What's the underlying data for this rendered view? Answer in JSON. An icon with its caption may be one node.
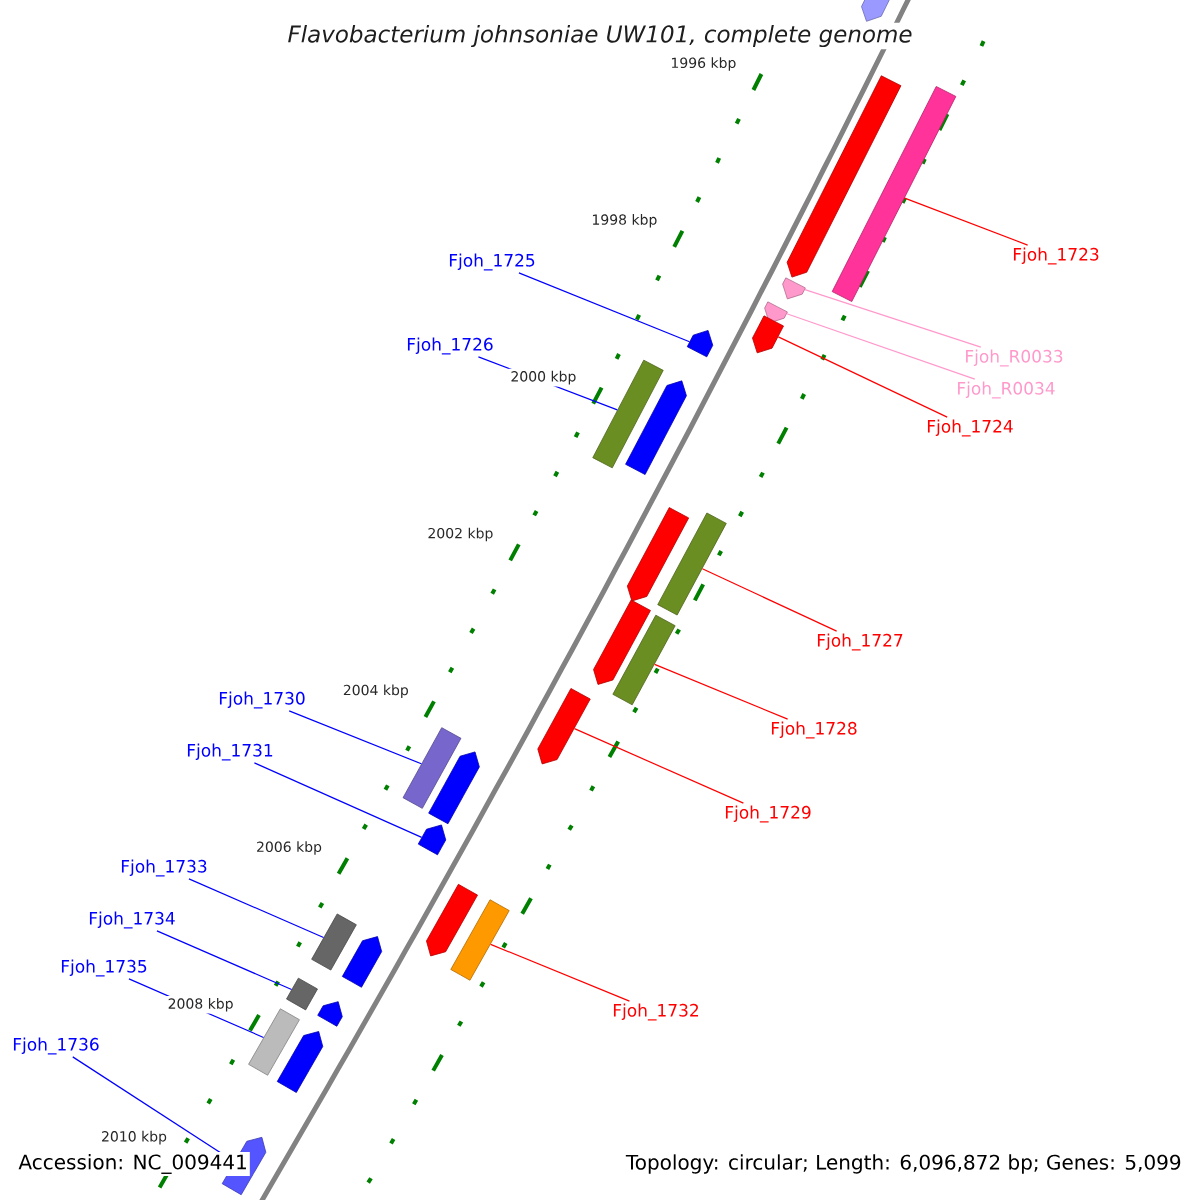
{
  "diagram": {
    "title": "Flavobacterium johnsoniae UW101, complete genome",
    "nodes": [
      {
        "text": [
          "Fjoh_1723"
        ]
      },
      {
        "text": [
          "Fjoh_R0033"
        ]
      },
      {
        "text": [
          "Fjoh_R0034"
        ]
      },
      {
        "text": [
          "Fjoh_1724"
        ]
      },
      {
        "text": [
          "Fjoh_1725"
        ]
      },
      {
        "text": [
          "Fjoh_1726"
        ]
      },
      {
        "text": [
          "Fjoh_1727"
        ]
      },
      {
        "text": [
          "Fjoh_1728"
        ]
      },
      {
        "text": [
          "Fjoh_1729"
        ]
      },
      {
        "text": [
          "Fjoh_1730"
        ]
      },
      {
        "text": [
          "Fjoh_1731"
        ]
      },
      {
        "text": [
          "Fjoh_1732"
        ]
      },
      {
        "text": [
          "Fjoh_1733"
        ]
      },
      {
        "text": [
          "Fjoh_1734"
        ]
      },
      {
        "text": [
          "Fjoh_1735"
        ]
      },
      {
        "text": [
          "Fjoh_1736"
        ]
      },
      {
        "text": [],
        "shape": "bar"
      },
      {
        "text": [],
        "shape": "bar"
      },
      {
        "text": [],
        "shape": "bar"
      },
      {
        "text": [],
        "shape": "bar"
      },
      {
        "text": [],
        "shape": "bar"
      },
      {
        "text": [],
        "shape": "bar"
      },
      {
        "text": [],
        "shape": "bar"
      },
      {
        "text": [],
        "shape": "bar"
      },
      {
        "text": [],
        "shape": "bar"
      },
      {
        "text": [],
        "shape": "bar"
      },
      {
        "text": [],
        "shape": "bar"
      },
      {
        "text": [],
        "shape": "bar"
      },
      {
        "text": [],
        "shape": "bar"
      },
      {
        "text": [],
        "shape": "bar"
      },
      {
        "text": [],
        "shape": "bar"
      },
      {
        "text": [],
        "shape": "bar"
      },
      {
        "text": [],
        "shape": "bar"
      },
      {
        "text": [],
        "shape": "bar"
      },
      {
        "text": [],
        "shape": "bar"
      },
      {
        "text": [],
        "shape": "bar"
      },
      {
        "text": [],
        "shape": "bar"
      },
      {
        "text": [],
        "shape": "bar"
      },
      {
        "text": [],
        "shape": "bar"
      },
      {
        "text": [],
        "shape": "bar"
      },
      {
        "text": [],
        "shape": "bar"
      },
      {
        "text": [],
        "shape": "bar"
      }
    ],
    "edges": [
      {
        "from": 0,
        "to": 18,
        "arrow": "none",
        "color": "#ff0000"
      },
      {
        "from": 1,
        "to": 19,
        "arrow": "none",
        "color": "#ff99cc"
      },
      {
        "from": 2,
        "to": 20,
        "arrow": "none",
        "color": "#ff99cc"
      },
      {
        "from": 3,
        "to": 21,
        "arrow": "none",
        "color": "#ff0000"
      },
      {
        "from": 4,
        "to": 22,
        "arrow": "none"
      },
      {
        "from": 5,
        "to": 23,
        "arrow": "none"
      },
      {
        "from": 6,
        "to": 26,
        "arrow": "none",
        "color": "#ff0000"
      },
      {
        "from": 7,
        "to": 28,
        "arrow": "none",
        "color": "#ff0000"
      },
      {
        "from": 8,
        "to": 29,
        "arrow": "none",
        "color": "#ff0000"
      },
      {
        "from": 9,
        "to": 30,
        "arrow": "none"
      },
      {
        "from": 10,
        "to": 32,
        "arrow": "none"
      },
      {
        "from": 11,
        "to": 34,
        "arrow": "none",
        "color": "#ff0000"
      },
      {
        "from": 12,
        "to": 35,
        "arrow": "none"
      },
      {
        "from": 13,
        "to": 37,
        "arrow": "none"
      },
      {
        "from": 14,
        "to": 39,
        "arrow": "none"
      },
      {
        "from": 15,
        "to": 41,
        "arrow": "none"
      }
    ],
    "labels": [
      "1996 kbp",
      "1998 kbp",
      "2000 kbp",
      "2002 kbp",
      "2004 kbp",
      "2006 kbp",
      "2008 kbp",
      "2010 kbp",
      "Accession: NC_009441",
      "Topology: circular; Length: 6,096,872 bp; Genes: 5,099"
    ]
  }
}
